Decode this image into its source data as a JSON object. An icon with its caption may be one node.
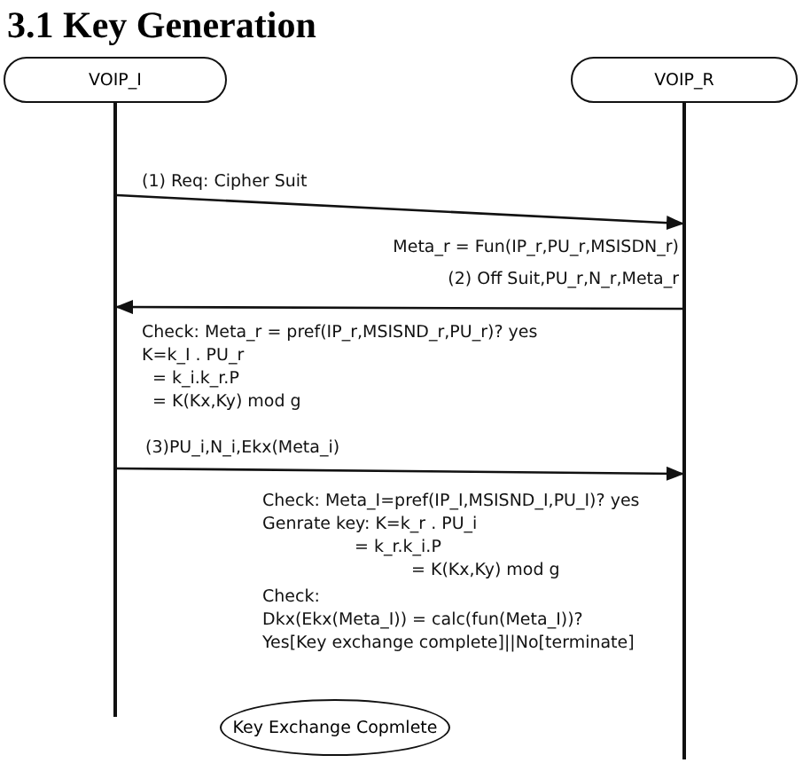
{
  "diagram": {
    "title": "3.1 Key Generation",
    "nodes": [
      {
        "text": [
          "VOIP_I"
        ]
      },
      {
        "text": [
          "VOIP_R"
        ]
      },
      {
        "text": [
          "Key Exchange Copmlete"
        ]
      }
    ],
    "edges": [
      {
        "from": 0,
        "to": 1,
        "arrow": "to",
        "label": "(1) Req: Cipher Suit"
      },
      {
        "from": 1,
        "to": 0,
        "arrow": "to",
        "label": "(2) Off Suit,PU_r,N_r,Meta_r"
      },
      {
        "from": 0,
        "to": 1,
        "arrow": "to",
        "label": "(3)PU_i,N_i,Ekx(Meta_i)"
      }
    ],
    "labels": [
      "Meta_r = Fun(IP_r,PU_r,MSISDN_r)",
      "Check: Meta_r = pref(IP_r,MSISND_r,PU_r)? yes",
      "K=k_I . PU_r",
      "= k_i.k_r.P",
      "= K(Kx,Ky) mod g",
      "Check: Meta_I=pref(IP_I,MSISND_I,PU_I)? yes",
      "Genrate key: K=k_r . PU_i",
      "= k_r.k_i.P",
      "= K(Kx,Ky) mod g",
      "Check:",
      "Dkx(Ekx(Meta_I)) = calc(fun(Meta_I))?",
      "Yes[Key exchange complete]||No[terminate]"
    ]
  }
}
